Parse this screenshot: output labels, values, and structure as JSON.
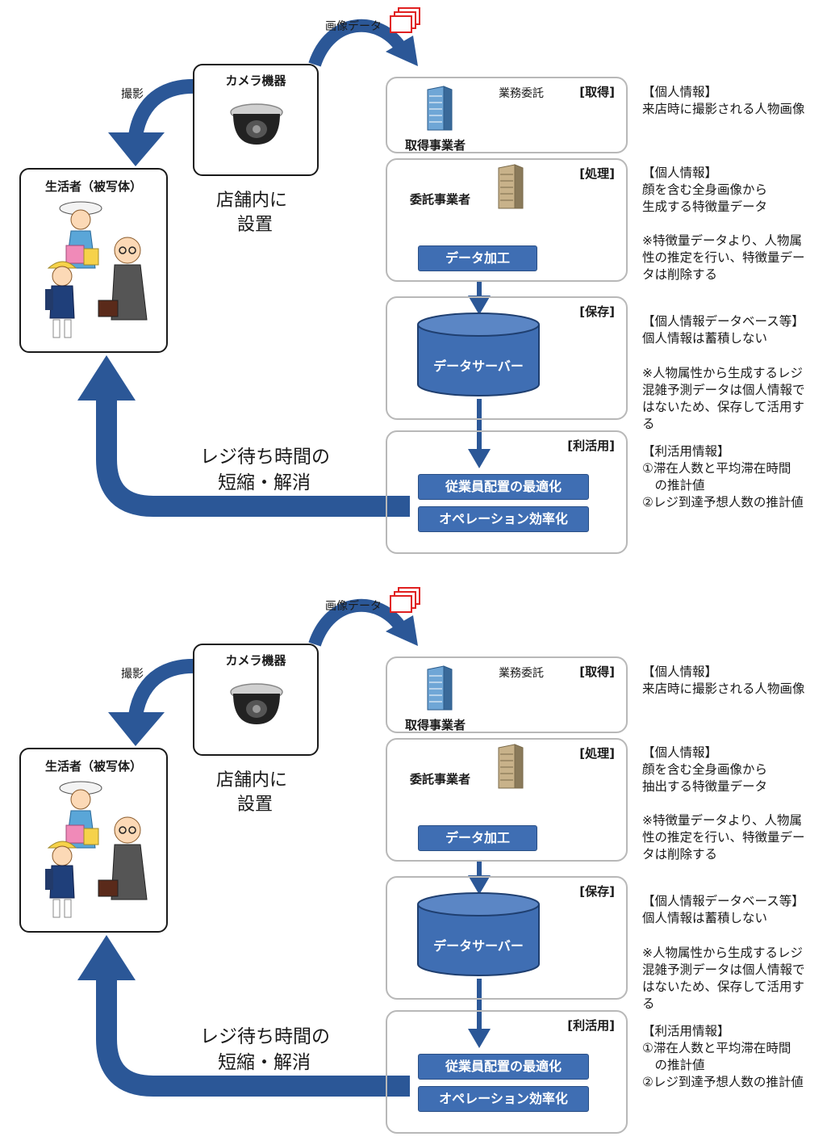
{
  "panels": [
    {
      "image_data_label": "画像データ",
      "camera_title": "カメラ機器",
      "shoot_label": "撮影",
      "install_line1": "店舗内に",
      "install_line2": "設置",
      "subject_title": "生活者（被写体）",
      "outsource_label": "業務委託",
      "acquirer_label": "取得事業者",
      "contractor_label": "委託事業者",
      "process_button": "データ加工",
      "server_label": "データサーバー",
      "reduce_line1": "レジ待ち時間の",
      "reduce_line2": "短縮・解消",
      "use_button1": "従業員配置の最適化",
      "use_button2": "オペレーション効率化",
      "stages": [
        "[取得]",
        "[処理]",
        "[保存]",
        "[利活用]"
      ],
      "notes": {
        "acquire": [
          "【個人情報】",
          "来店時に撮影される人物画像"
        ],
        "process": [
          "【個人情報】",
          "顔を含む全身画像から",
          "生成する特徴量データ"
        ],
        "process_note": [
          "※特徴量データより、人物属",
          "性の推定を行い、特徴量デー",
          "タは削除する"
        ],
        "store": [
          "【個人情報データベース等】",
          "個人情報は蓄積しない"
        ],
        "store_note": [
          "※人物属性から生成するレジ",
          "混雑予測データは個人情報で",
          "はないため、保存して活用す",
          "る"
        ],
        "use": [
          "【利活用情報】",
          "①滞在人数と平均滞在時間",
          "　の推計値",
          "②レジ到達予想人数の推計値"
        ]
      }
    },
    {
      "image_data_label": "画像データ",
      "camera_title": "カメラ機器",
      "shoot_label": "撮影",
      "install_line1": "店舗内に",
      "install_line2": "設置",
      "subject_title": "生活者（被写体）",
      "outsource_label": "業務委託",
      "acquirer_label": "取得事業者",
      "contractor_label": "委託事業者",
      "process_button": "データ加工",
      "server_label": "データサーバー",
      "reduce_line1": "レジ待ち時間の",
      "reduce_line2": "短縮・解消",
      "use_button1": "従業員配置の最適化",
      "use_button2": "オペレーション効率化",
      "stages": [
        "[取得]",
        "[処理]",
        "[保存]",
        "[利活用]"
      ],
      "notes": {
        "acquire": [
          "【個人情報】",
          "来店時に撮影される人物画像"
        ],
        "process": [
          "【個人情報】",
          "顔を含む全身画像から",
          "抽出する特徴量データ"
        ],
        "process_note": [
          "※特徴量データより、人物属",
          "性の推定を行い、特徴量デー",
          "タは削除する"
        ],
        "store": [
          "【個人情報データベース等】",
          "個人情報は蓄積しない"
        ],
        "store_note": [
          "※人物属性から生成するレジ",
          "混雑予測データは個人情報で",
          "はないため、保存して活用す",
          "る"
        ],
        "use": [
          "【利活用情報】",
          "①滞在人数と平均滞在時間",
          "　の推計値",
          "②レジ到達予想人数の推計値"
        ]
      }
    }
  ],
  "colors": {
    "arrow": "#2b5797",
    "button": "#3f6eb3",
    "server": "#3f6eb3",
    "stage_border": "#b8b8b8",
    "image_icon": "#e02020"
  }
}
